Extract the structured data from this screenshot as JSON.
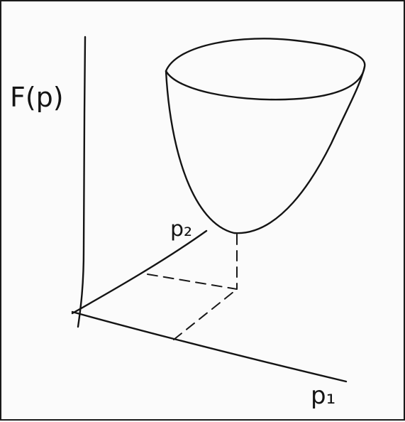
{
  "labels": {
    "vertical_axis": "F(p)",
    "p2_axis": "p₂",
    "p1_axis": "p₁"
  },
  "colors": {
    "ink": "#141414",
    "paper": "#fbfbfb"
  }
}
